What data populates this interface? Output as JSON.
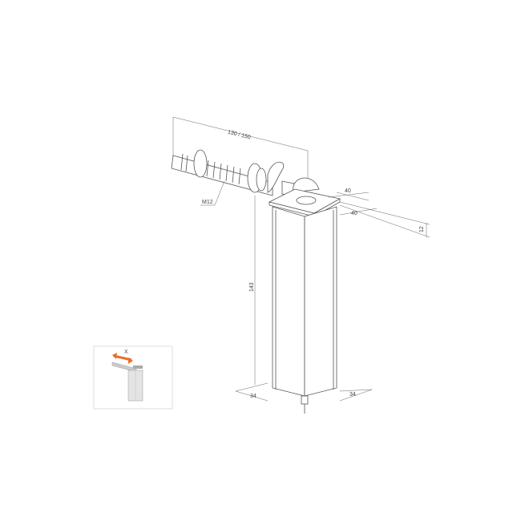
{
  "dimensions": {
    "length": "130 / 150",
    "thread": "M12",
    "plate_width": "40",
    "plate_depth": "40",
    "plate_thickness": "12",
    "height": "143",
    "base_left": "34",
    "base_right": "34"
  },
  "inset": {
    "direction_label": "X",
    "arrow_color": "#e8702a"
  }
}
